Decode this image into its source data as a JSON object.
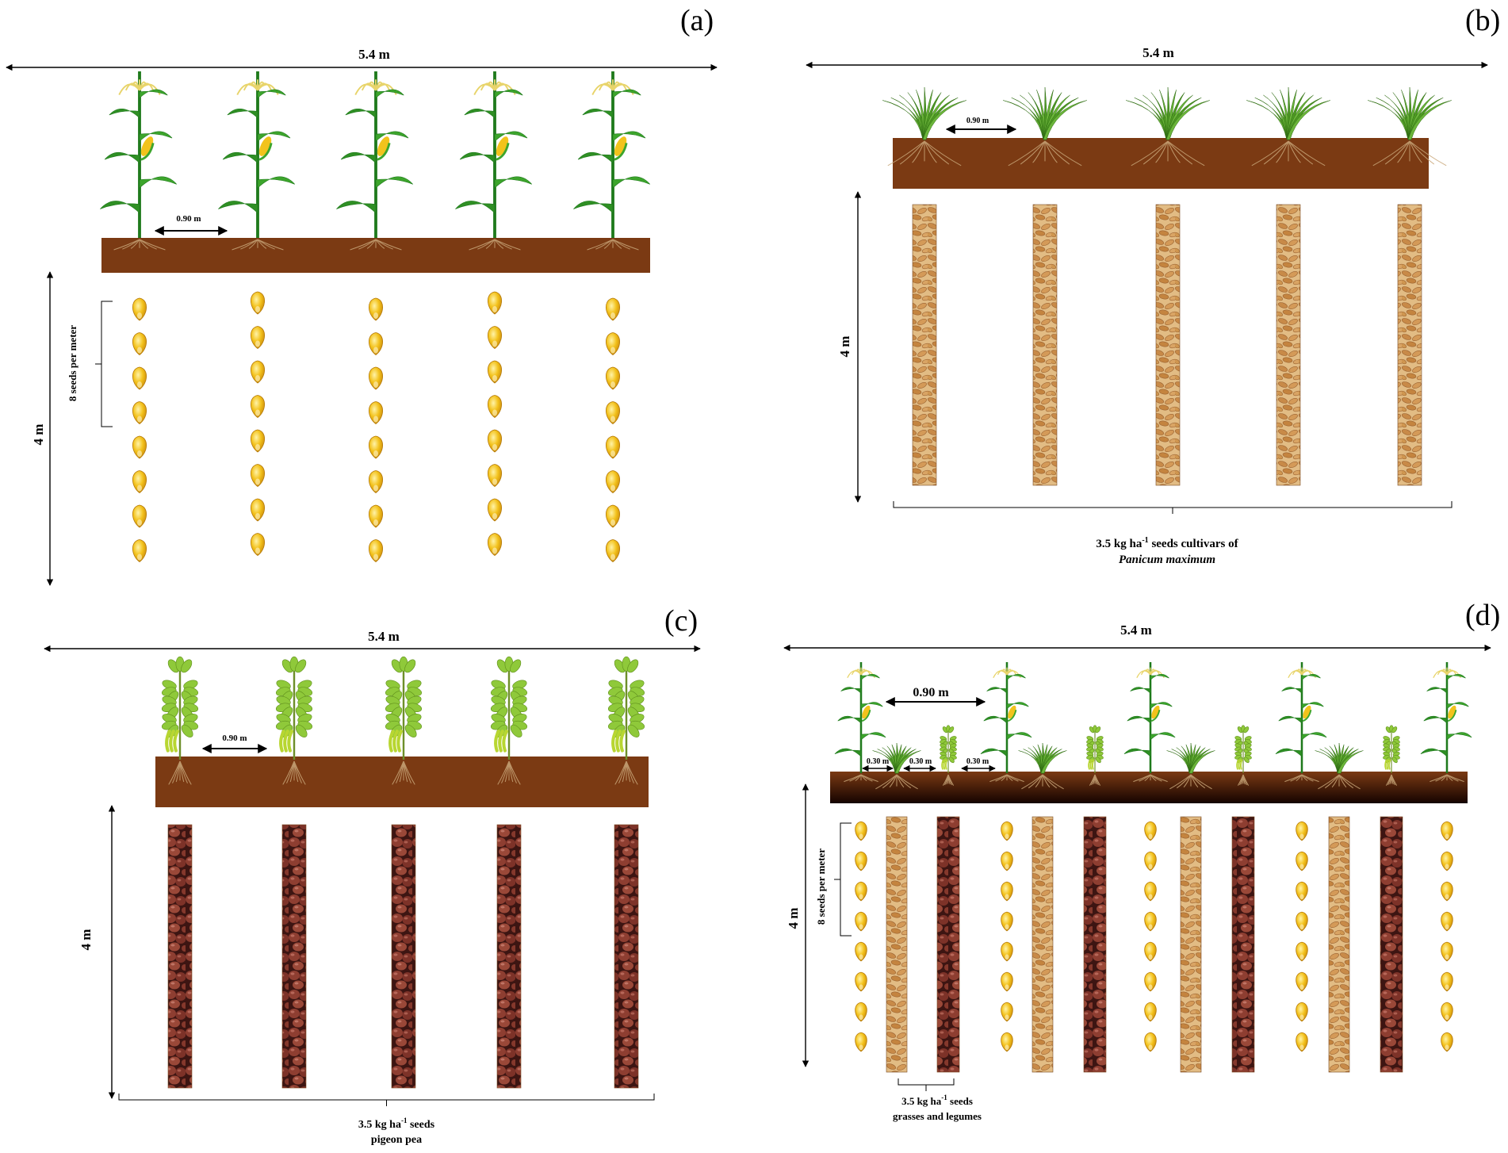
{
  "panels": {
    "a": {
      "panel_label": "(a)",
      "width_label": "5.4 m",
      "spacing_label": "0.90 m",
      "height_label": "4 m",
      "seeds_label": "8 seeds per meter",
      "crop": "maize",
      "row_count": 5,
      "seeds_per_row": 8
    },
    "b": {
      "panel_label": "(b)",
      "width_label": "5.4 m",
      "spacing_label": "0.90 m",
      "height_label": "4 m",
      "caption_line1_prefix": "3.5 kg ha",
      "caption_line1_sup": "-1",
      "caption_line1_suffix": " seeds cultivars  of",
      "caption_line2": "Panicum maximum",
      "crop": "grass",
      "row_count": 5
    },
    "c": {
      "panel_label": "(c)",
      "width_label": "5.4 m",
      "spacing_label": "0.90 m",
      "height_label": "4 m",
      "caption_line1_prefix": "3.5 kg ha",
      "caption_line1_sup": "-1",
      "caption_line1_suffix": " seeds",
      "caption_line2": "pigeon pea",
      "crop": "pigeon pea",
      "row_count": 5
    },
    "d": {
      "panel_label": "(d)",
      "width_label": "5.4 m",
      "spacing_label": "0.90 m",
      "sub_spacing_label": "0.30 m",
      "height_label": "4 m",
      "seeds_label": "8 seeds per meter",
      "caption_line1_prefix": "3.5 kg ha",
      "caption_line1_sup": "-1",
      "caption_line1_suffix": " seeds",
      "caption_line2": "grasses and legumes",
      "crop_sequence": [
        "maize",
        "grass",
        "pigeon pea",
        "maize",
        "grass",
        "pigeon pea",
        "maize",
        "grass",
        "pigeon pea",
        "maize",
        "grass",
        "pigeon pea",
        "maize"
      ]
    }
  },
  "colors": {
    "soil": "#7b3a13",
    "soil_d_top": "#6b2a0a",
    "soil_d_bottom": "#1a0500",
    "maize_leaf": "#3da52c",
    "maize_leaf_dark": "#1f7a1c",
    "tassel": "#e8d46a",
    "cob": "#f2c31c",
    "grass_leaf": "#4e9a23",
    "legume_leaf": "#8fc93a",
    "pod": "#b8d631",
    "root": "#c9a77a",
    "maize_seed": "#f0b81a",
    "grass_seed": "#c8914d",
    "grass_seed_bg": "#e7c48d",
    "pea_seed": "#8a3b2e",
    "pea_seed_bg": "#4e1c18"
  }
}
